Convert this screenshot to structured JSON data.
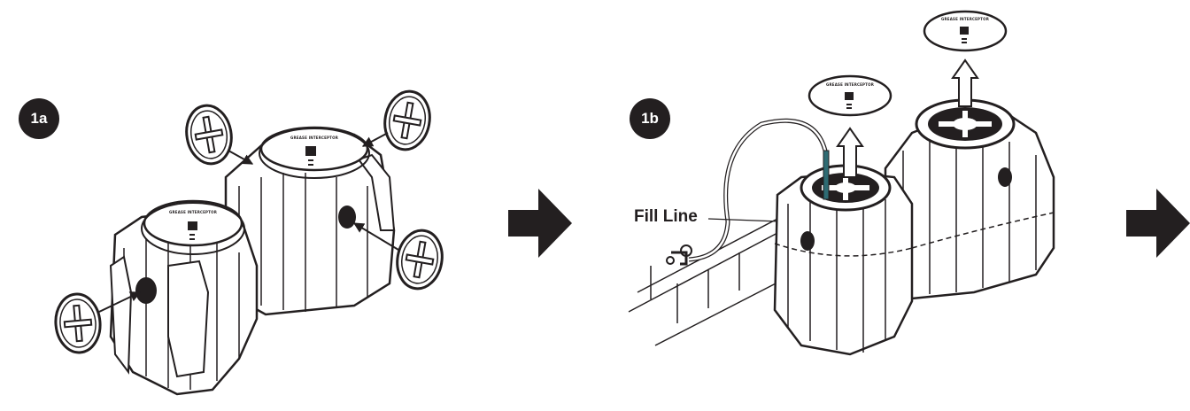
{
  "steps": [
    {
      "id": "1a",
      "label": "1a"
    },
    {
      "id": "1b",
      "label": "1b"
    }
  ],
  "callouts": {
    "fill_line": "Fill Line"
  },
  "lid_text": "GREASE INTERCEPTOR",
  "icons": {
    "next_arrow": "right-arrow-icon",
    "plug": "cross-plug-icon",
    "lift_arrow": "up-arrow-icon",
    "faucet": "faucet-icon"
  },
  "colors": {
    "ink": "#231f20",
    "background": "#ffffff"
  }
}
